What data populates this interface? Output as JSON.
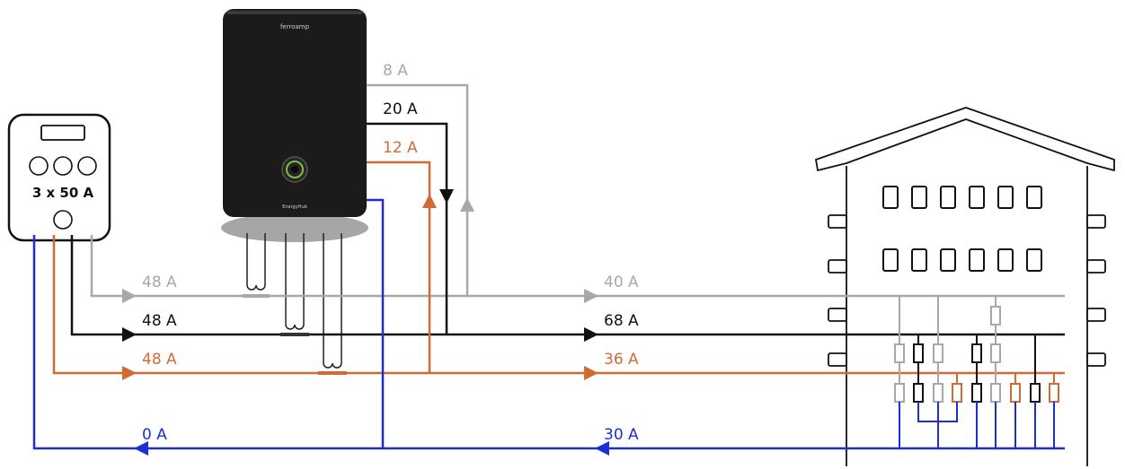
{
  "colors": {
    "phase_gray": "#a8a8a8",
    "phase_black": "#111111",
    "phase_orange": "#d06b35",
    "neutral_blue": "#1c2fd6"
  },
  "meter": {
    "rating": "3 x 50 A"
  },
  "device": {
    "brand": "ferroamp",
    "model": "EnergyHub"
  },
  "currents": {
    "grid_l1": "48 A",
    "grid_l2": "48 A",
    "grid_l3": "48 A",
    "grid_n": "0 A",
    "inverter_l1": "8 A",
    "inverter_l2": "20 A",
    "inverter_l3": "12 A",
    "house_l1": "40 A",
    "house_l2": "68 A",
    "house_l3": "36 A",
    "house_n": "30 A"
  }
}
